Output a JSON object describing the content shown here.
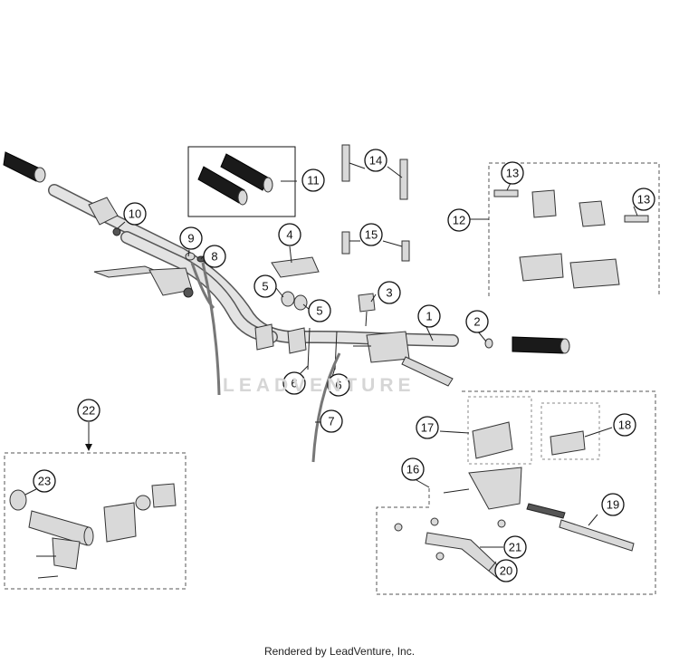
{
  "callouts": [
    {
      "label": "1"
    },
    {
      "label": "2"
    },
    {
      "label": "3"
    },
    {
      "label": "4"
    },
    {
      "label": "5"
    },
    {
      "label": "5"
    },
    {
      "label": "6"
    },
    {
      "label": "6"
    },
    {
      "label": "7"
    },
    {
      "label": "8"
    },
    {
      "label": "9"
    },
    {
      "label": "10"
    },
    {
      "label": "11"
    },
    {
      "label": "12"
    },
    {
      "label": "13"
    },
    {
      "label": "13"
    },
    {
      "label": "14"
    },
    {
      "label": "15"
    },
    {
      "label": "16"
    },
    {
      "label": "17"
    },
    {
      "label": "18"
    },
    {
      "label": "19"
    },
    {
      "label": "20"
    },
    {
      "label": "21"
    },
    {
      "label": "22"
    },
    {
      "label": "23"
    }
  ],
  "watermark": "LEADVENTURE",
  "footer": "Rendered by LeadVenture, Inc."
}
